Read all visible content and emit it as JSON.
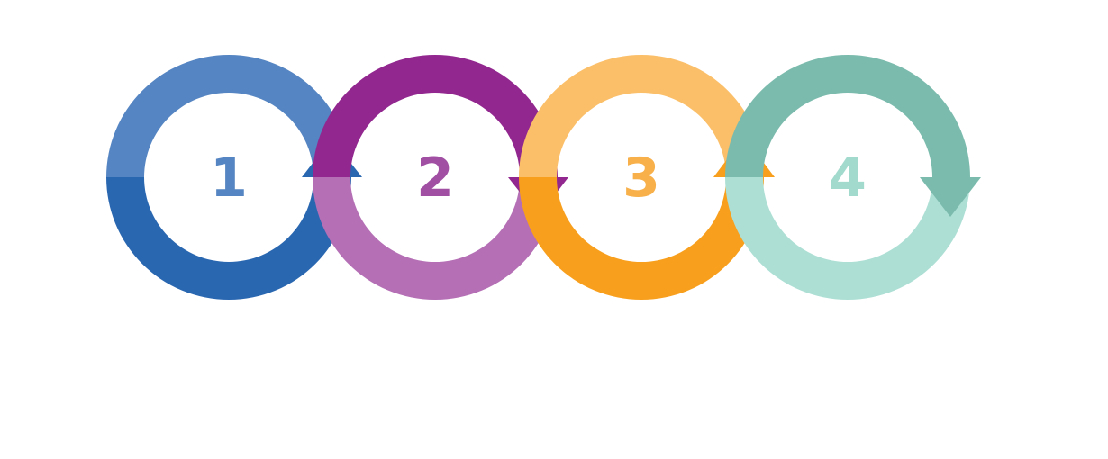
{
  "steps": [
    {
      "number": "1",
      "color_light": "#5585C2",
      "color_dark": "#2A67B1",
      "number_color": "#5585C2",
      "arrow": "up"
    },
    {
      "number": "2",
      "color_light": "#B46FB5",
      "color_dark": "#92278F",
      "number_color": "#A04FA3",
      "arrow": "down"
    },
    {
      "number": "3",
      "color_light": "#FBBF69",
      "color_dark": "#F8A01E",
      "number_color": "#F7B04A",
      "arrow": "up"
    },
    {
      "number": "4",
      "color_light": "#ADDFD5",
      "color_dark": "#7BBBAD",
      "number_color": "#A3DACE",
      "arrow": "down"
    }
  ]
}
